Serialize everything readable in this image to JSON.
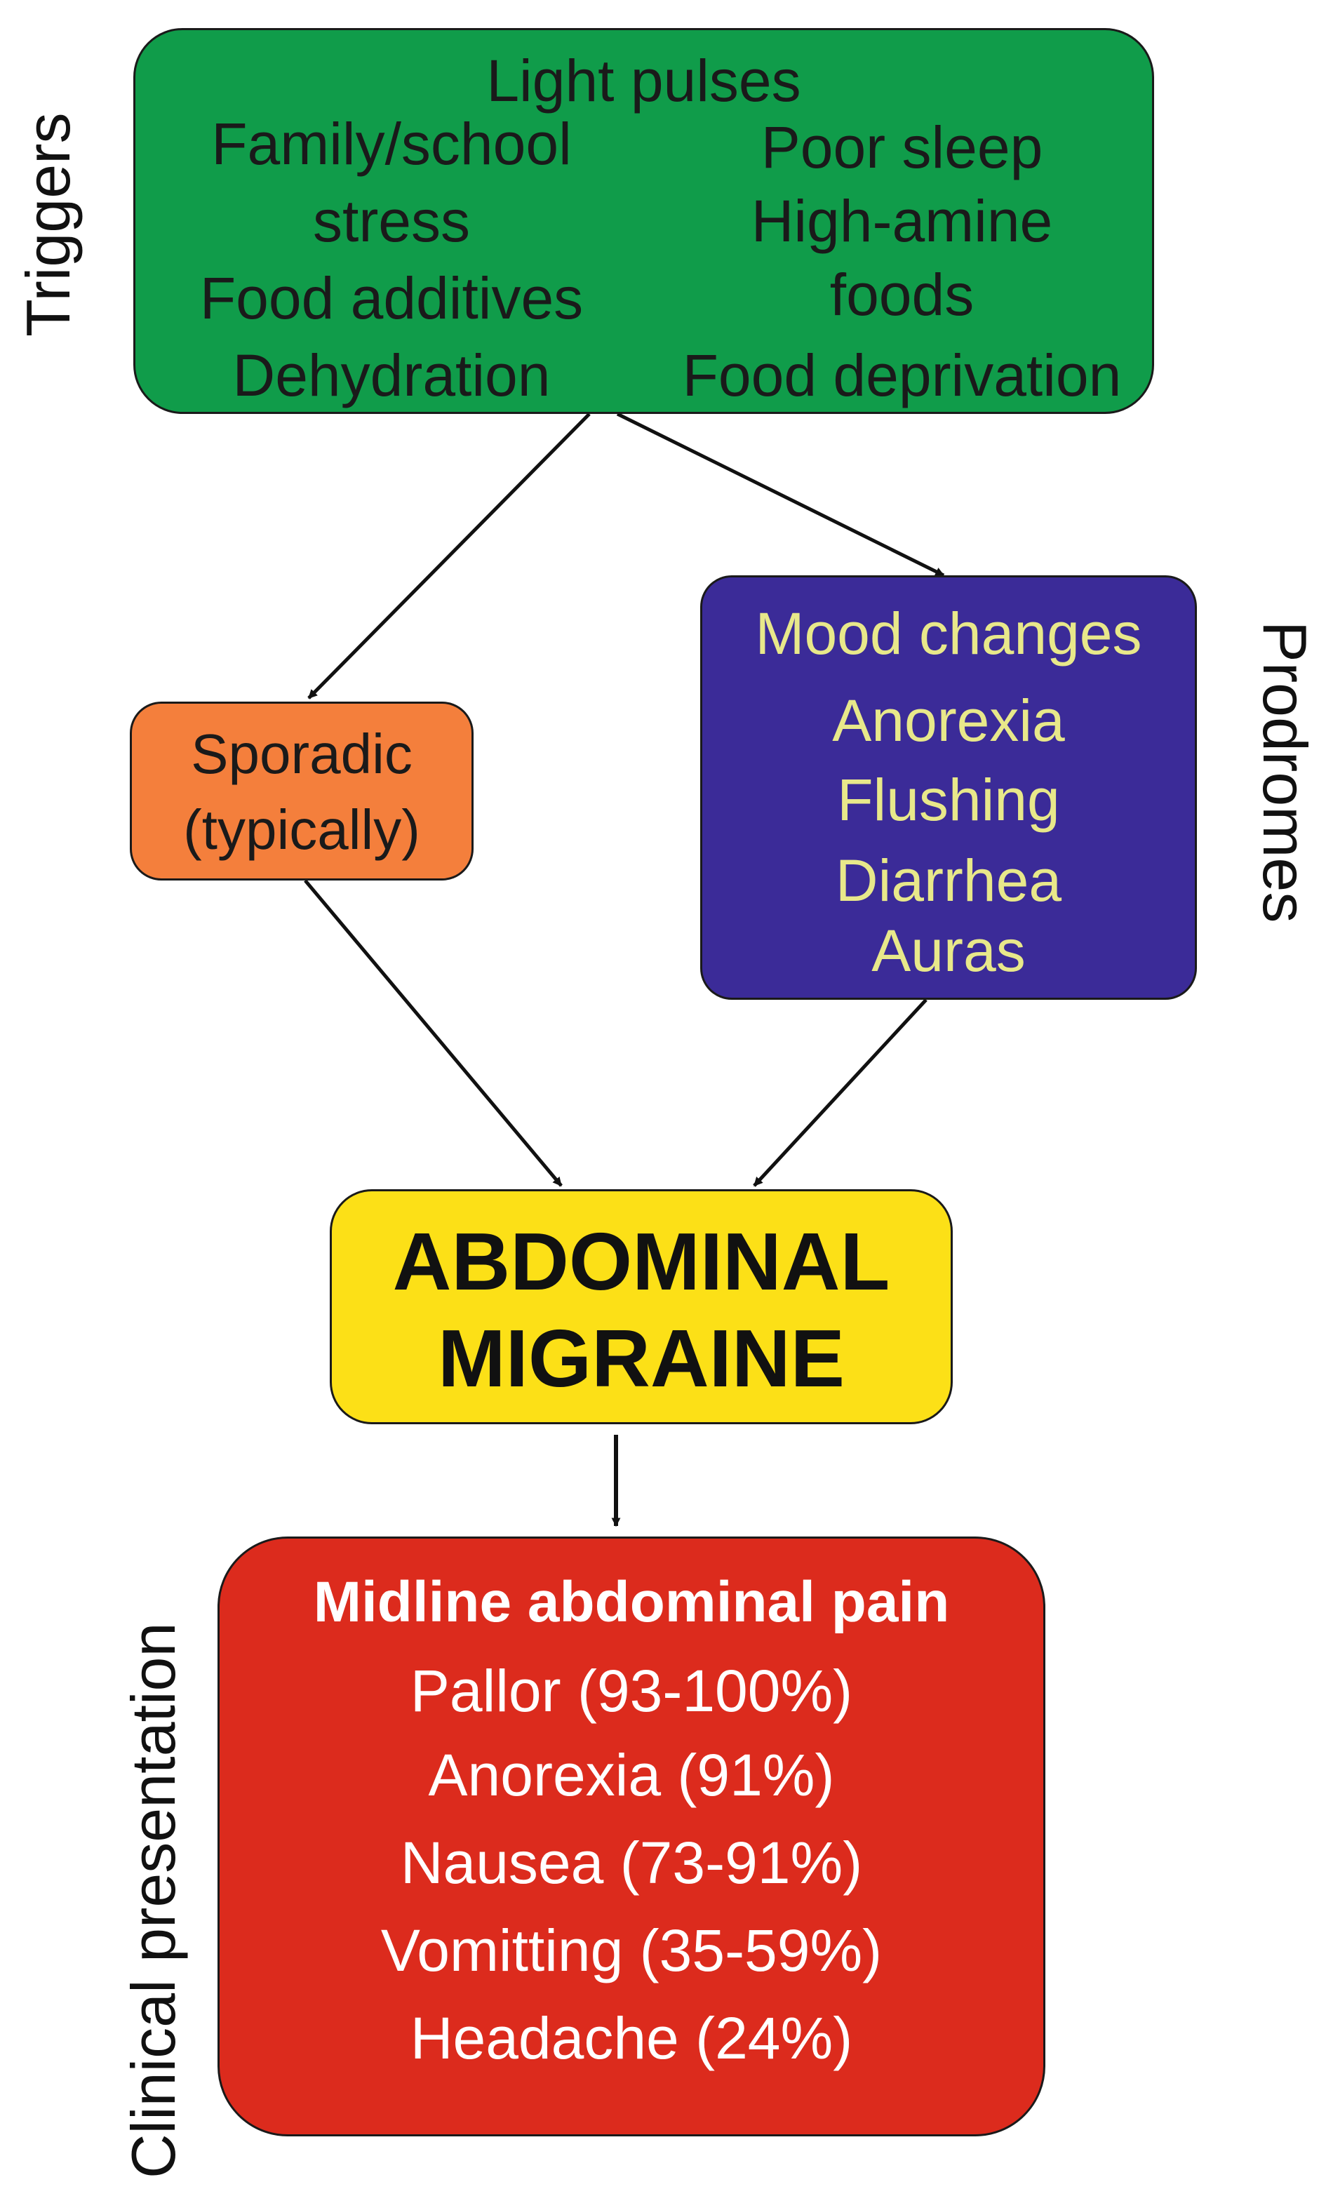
{
  "labels": {
    "triggers": "Triggers",
    "prodromes": "Prodromes",
    "clinical": "Clinical presentation"
  },
  "triggers": {
    "top": "Light pulses",
    "left": [
      "Family/school",
      "stress",
      "Food additives",
      "Dehydration"
    ],
    "right": [
      "Poor sleep",
      "High-amine",
      "foods",
      "Food deprivation"
    ]
  },
  "sporadic": [
    "Sporadic",
    "(typically)"
  ],
  "prodromes": [
    "Mood changes",
    "Anorexia",
    "Flushing",
    "Diarrhea",
    "Auras"
  ],
  "center": [
    "ABDOMINAL",
    "MIGRAINE"
  ],
  "clinical": {
    "heading": "Midline abdominal pain",
    "items": [
      "Pallor (93-100%)",
      "Anorexia (91%)",
      "Nausea (73-91%)",
      "Vomitting (35-59%)",
      "Headache (24%)"
    ]
  },
  "colors": {
    "triggers_fill": "#109c4a",
    "triggers_text": "#1a1a1a",
    "sporadic_fill": "#f47f3c",
    "prodromes_fill": "#3b2b98",
    "prodromes_text": "#e8e88a",
    "center_fill": "#fce017",
    "clinical_fill": "#dc2b1d",
    "clinical_text": "#ffffff",
    "arrow": "#111111"
  }
}
